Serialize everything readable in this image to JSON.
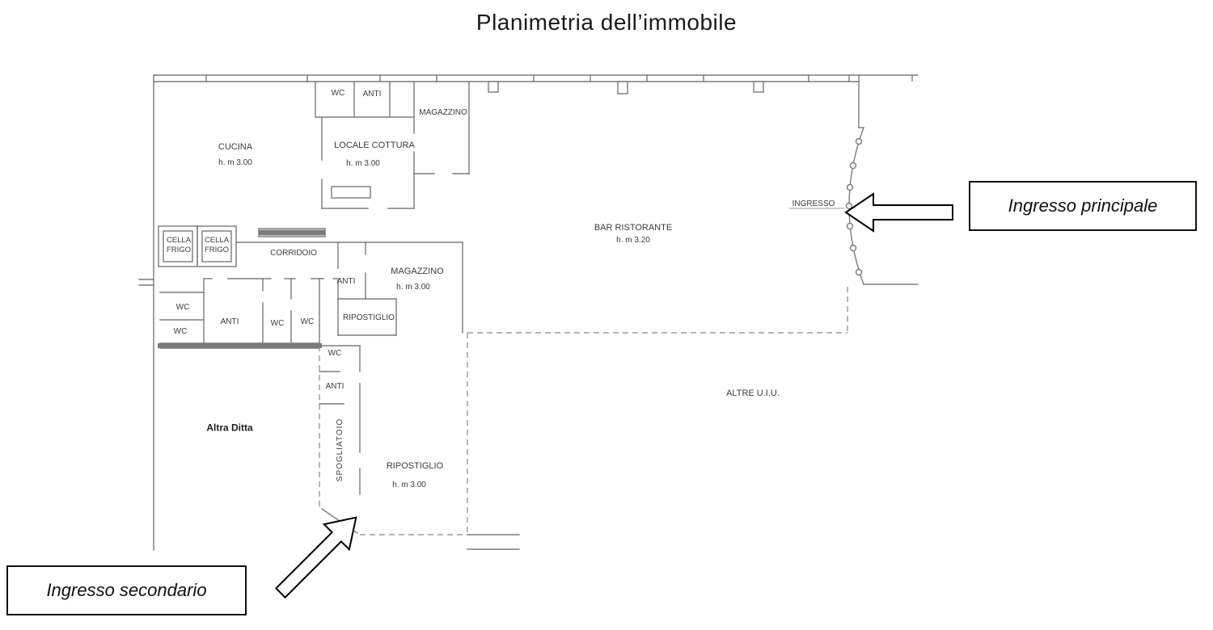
{
  "title": "Planimetria  dell’immobile",
  "callouts": {
    "principale": "Ingresso principale",
    "secondario": "Ingresso secondario"
  },
  "rooms": {
    "wc_top": "WC",
    "anti_top": "ANTI",
    "magazzino_top": "MAGAZZINO",
    "cucina_name": "CUCINA",
    "cucina_h": "h. m 3.00",
    "locale_cottura_name": "LOCALE COTTURA",
    "locale_cottura_h": "h. m 3.00",
    "bar_name": "BAR RISTORANTE",
    "bar_h": "h. m 3.20",
    "ingresso": "INGRESSO",
    "cella_frigo_1": "CELLA\nFRIGO",
    "cella_frigo_2": "CELLA\nFRIGO",
    "corridoio": "CORRIDOIO",
    "anti_mid": "ANTI",
    "magazzino_mid_name": "MAGAZZINO",
    "magazzino_mid_h": "h. m 3.00",
    "ripostiglio_mid": "RIPOSTIGLIO",
    "wc_left_top": "WC",
    "wc_left_bottom": "WC",
    "anti_left": "ANTI",
    "wc_center_1": "WC",
    "wc_center_2": "WC",
    "wc_lower": "WC",
    "anti_lower": "ANTI",
    "spogliatoio": "SPOGLIATOIO",
    "altra_ditta": "Altra Ditta",
    "ripostiglio_bottom_name": "RIPOSTIGLIO",
    "ripostiglio_bottom_h": "h. m 3.00",
    "altre_uiu": "ALTRE U.I.U."
  }
}
